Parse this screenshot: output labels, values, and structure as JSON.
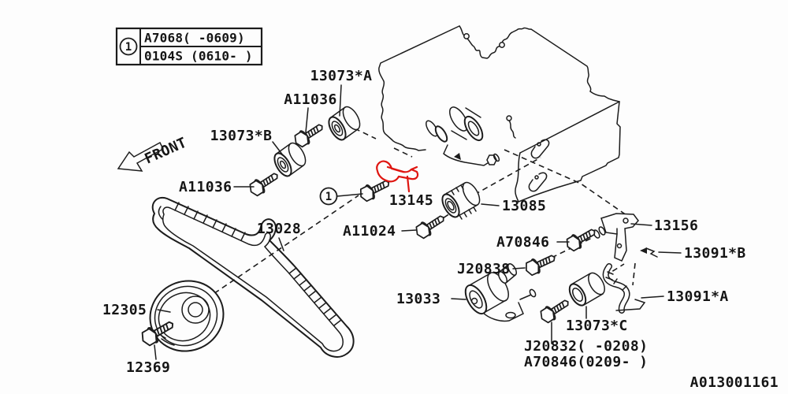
{
  "doc_number": "A013001161",
  "front_label": "FRONT",
  "revision_table": {
    "marker": "1",
    "row1": "A7068( -0609)",
    "row2": "0104S (0610- )"
  },
  "callout_marker": "1",
  "colors": {
    "ink": "#1c1c1c",
    "highlight": "#df1510",
    "background": "#fdfdfd"
  },
  "labels": {
    "l13073a": "13073*A",
    "a11036_top": "A11036",
    "l13073b": "13073*B",
    "a11036_left": "A11036",
    "l13145": "13145",
    "l13085": "13085",
    "l13028": "13028",
    "a11024": "A11024",
    "a70846": "A70846",
    "l13156": "13156",
    "l13091b": "13091*B",
    "j20838": "J20838",
    "l13033": "13033",
    "l13091a": "13091*A",
    "l12305": "12305",
    "l13073c": "13073*C",
    "l12369": "12369",
    "j20832_line1": "J20832( -0208)",
    "j20832_line2": "A70846(0209- )"
  }
}
